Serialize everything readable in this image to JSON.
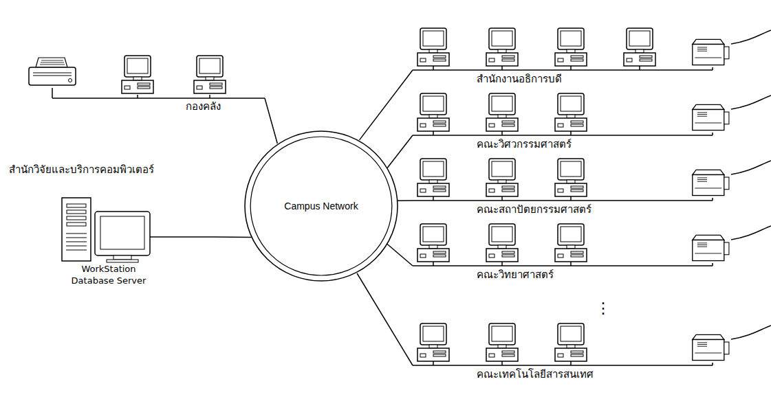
{
  "diagram": {
    "nodes": [
      {
        "text": [
          "กองคลัง"
        ]
      },
      {
        "text": [
          "สำนักวิจัยและบริการคอมพิวเตอร์",
          "WorkStation Database Server"
        ]
      },
      {
        "text": [
          "Campus Network"
        ]
      },
      {
        "text": [
          "สำนักงานอธิการบดี"
        ]
      },
      {
        "text": [
          "คณะวิศวกรรมศาสตร์"
        ]
      },
      {
        "text": [
          "คณะสถาปัตยกรรมศาสตร์"
        ]
      },
      {
        "text": [
          "คณะวิทยาศาสตร์"
        ]
      },
      {
        "text": [
          "คณะเทคโนโลยีสารสนเทศ"
        ]
      }
    ],
    "edges": [
      {
        "from": 0,
        "to": 2,
        "arrow": "none"
      },
      {
        "from": 1,
        "to": 2,
        "arrow": "none"
      },
      {
        "from": 3,
        "to": 2,
        "arrow": "none"
      },
      {
        "from": 4,
        "to": 2,
        "arrow": "none"
      },
      {
        "from": 5,
        "to": 2,
        "arrow": "none"
      },
      {
        "from": 6,
        "to": 2,
        "arrow": "none"
      },
      {
        "from": 7,
        "to": 2,
        "arrow": "none"
      }
    ],
    "labels": [
      "⋮"
    ]
  }
}
